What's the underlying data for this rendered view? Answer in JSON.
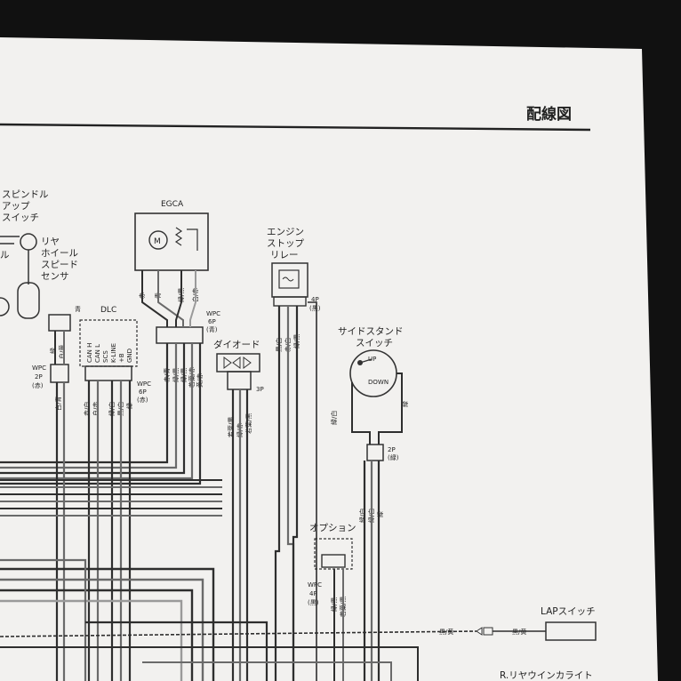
{
  "page": {
    "title": "配線図"
  },
  "components": {
    "spindle_switch": [
      "スピンドル",
      "アップ",
      "スイッチ"
    ],
    "rear_wheel_sensor": [
      "リヤ",
      "ホイール",
      "スピード",
      "センサ"
    ],
    "egca": "EGCA",
    "engine_stop_relay": [
      "エンジン",
      "ストップ",
      "リレー"
    ],
    "side_stand_switch": [
      "サイドスタンド",
      "スイッチ"
    ],
    "dlc": "DLC",
    "diode": "ダイオード",
    "option": "オプション",
    "lap_switch": "LAPスイッチ",
    "r_rear_winker": "R.リヤウインカライト"
  },
  "labels": {
    "motor_symbol": "M",
    "egca_wires": [
      "赤",
      "青",
      "緑/黒",
      "白/赤"
    ],
    "egca_conn": [
      "WPC",
      "6P",
      "(青)"
    ],
    "egca_lower": [
      "赤/青",
      "緑/黒",
      "緑/黒",
      "若葉/赤",
      "黄/赤"
    ],
    "dlc_pins": [
      "CAN H",
      "CAN L",
      "SCS",
      "K-LINE",
      "+B",
      "GND"
    ],
    "dlc_conn": [
      "WPC",
      "6P",
      "(赤)"
    ],
    "dlc_lower": [
      "赤/白",
      "白/赤",
      "緑/白",
      "黒/白",
      "緑"
    ],
    "wpc2p": [
      "WPC",
      "2P",
      "(赤)"
    ],
    "sensor_wires": [
      "緑",
      "白/黄"
    ],
    "sensor_lower": [
      "白/青"
    ],
    "blue": "青",
    "relay_conn": [
      "4P",
      "(黒)"
    ],
    "relay_wires": [
      "黒/白",
      "赤/白",
      "緑/黒"
    ],
    "diode_conn": "3P",
    "diode_wires": [
      "若葉/黒",
      "緑/赤"
    ],
    "side_up": "UP",
    "side_down": "DOWN",
    "side_wires": [
      "緑/白",
      "緑"
    ],
    "side_conn": [
      "2P",
      "(緑)"
    ],
    "side_lower": [
      "緑/白",
      "緑/白",
      "緑"
    ],
    "option_conn": [
      "WPC",
      "4P",
      "(黒)"
    ],
    "option_wires": [
      "緑/黒",
      "若葉/黒"
    ],
    "lap_left": "黒/黄",
    "lap_right": "黒/黄"
  }
}
